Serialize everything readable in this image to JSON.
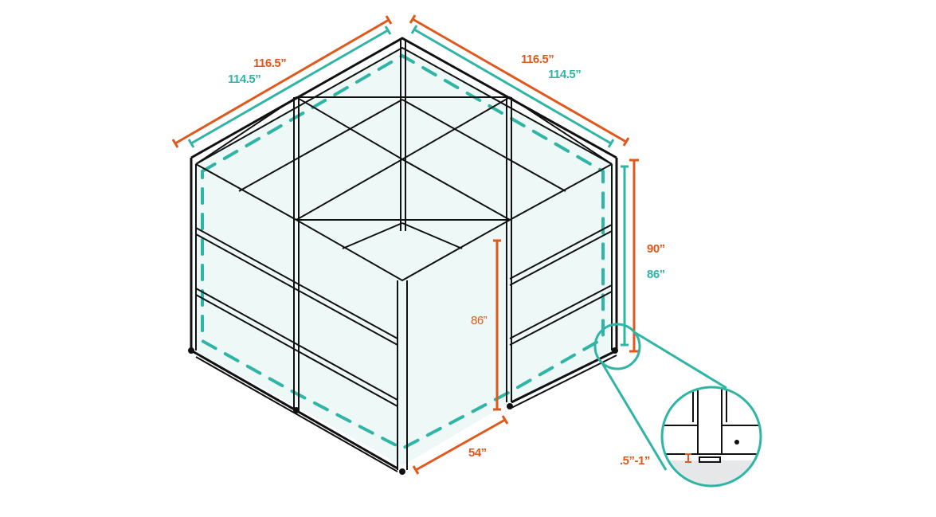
{
  "diagram": {
    "subject": "Isometric glass-panel enclosure with aluminum frame, corner-cut front",
    "colors": {
      "outer_dimension": "#e0581b",
      "inner_dimension": "#2fb5a5",
      "frame": "#111111",
      "panel_fill": "#eef8f6",
      "floor": "#e6e7e8"
    },
    "dimensions": {
      "left_outer": "116.5”",
      "left_inner": "114.5”",
      "right_outer": "116.5”",
      "right_inner": "114.5”",
      "height_outer": "90”",
      "height_inner": "86”",
      "front_height": "86”",
      "front_width": "54”",
      "leveler_range": ".5”-1”"
    },
    "detail_callout": {
      "name": "leveling-foot-detail",
      "label": ".5”-1”"
    }
  }
}
